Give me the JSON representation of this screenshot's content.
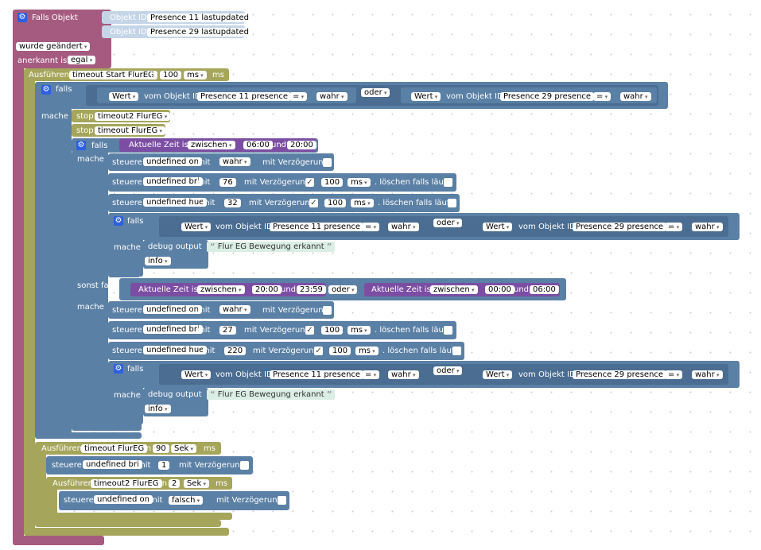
{
  "trigger": {
    "falls_objekt": "Falls Objekt",
    "objekt_id": "Objekt ID",
    "obj1": "Presence 11 lastupdated",
    "obj2": "Presence 29 lastupdated",
    "wurde": "wurde geändert",
    "anerkannt": "anerkannt ist",
    "egal": "egal"
  },
  "labels": {
    "ausfuehren": "Ausführen",
    "in": "in",
    "ms": "ms",
    "falls": "falls",
    "mache": "mache",
    "stop": "stop",
    "oder": "oder",
    "wert": "Wert",
    "vom_objekt_id": "vom Objekt ID",
    "wahr": "wahr",
    "falsch": "falsch",
    "eq": "=",
    "aktuelle_zeit_ist": "Aktuelle Zeit ist",
    "zwischen": "zwischen",
    "und": "und",
    "steuere": "steuere",
    "mit": "mit",
    "mit_verzoegerung": "mit Verzögerung",
    "loeschen": ". löschen falls läuft",
    "sonst_falls": "sonst falls",
    "debug_output": "debug output",
    "info": "info",
    "sek": "Sek",
    "check": "✓",
    "gear": "⚙",
    "quote_open": "“",
    "quote_close": "”"
  },
  "timeouts": {
    "t1": "timeout Start FlurEG",
    "t1_val": "100",
    "t1_unit": "ms",
    "t2": "timeout2 FlurEG",
    "t3": "timeout FlurEG",
    "t4": "timeout FlurEG",
    "t4_val": "90",
    "t4_unit": "Sek",
    "t5": "timeout2 FlurEG",
    "t5_val": "2",
    "t5_unit": "Sek"
  },
  "objects": {
    "p11": "Presence 11 presence",
    "p29": "Presence 29 presence",
    "on": "undefined on",
    "bri": "undefined bri",
    "hue": "undefined hue"
  },
  "times": {
    "a_from": "06:00",
    "a_to": "20:00",
    "b_from": "20:00",
    "b_to": "23:59",
    "c_from": "00:00",
    "c_to": "06:00"
  },
  "values": {
    "bri1": "76",
    "hue1": "32",
    "bri2": "27",
    "hue2": "220",
    "bri3": "1",
    "delay": "100",
    "debug_text": "Flur EG Bewegung erkannt"
  }
}
